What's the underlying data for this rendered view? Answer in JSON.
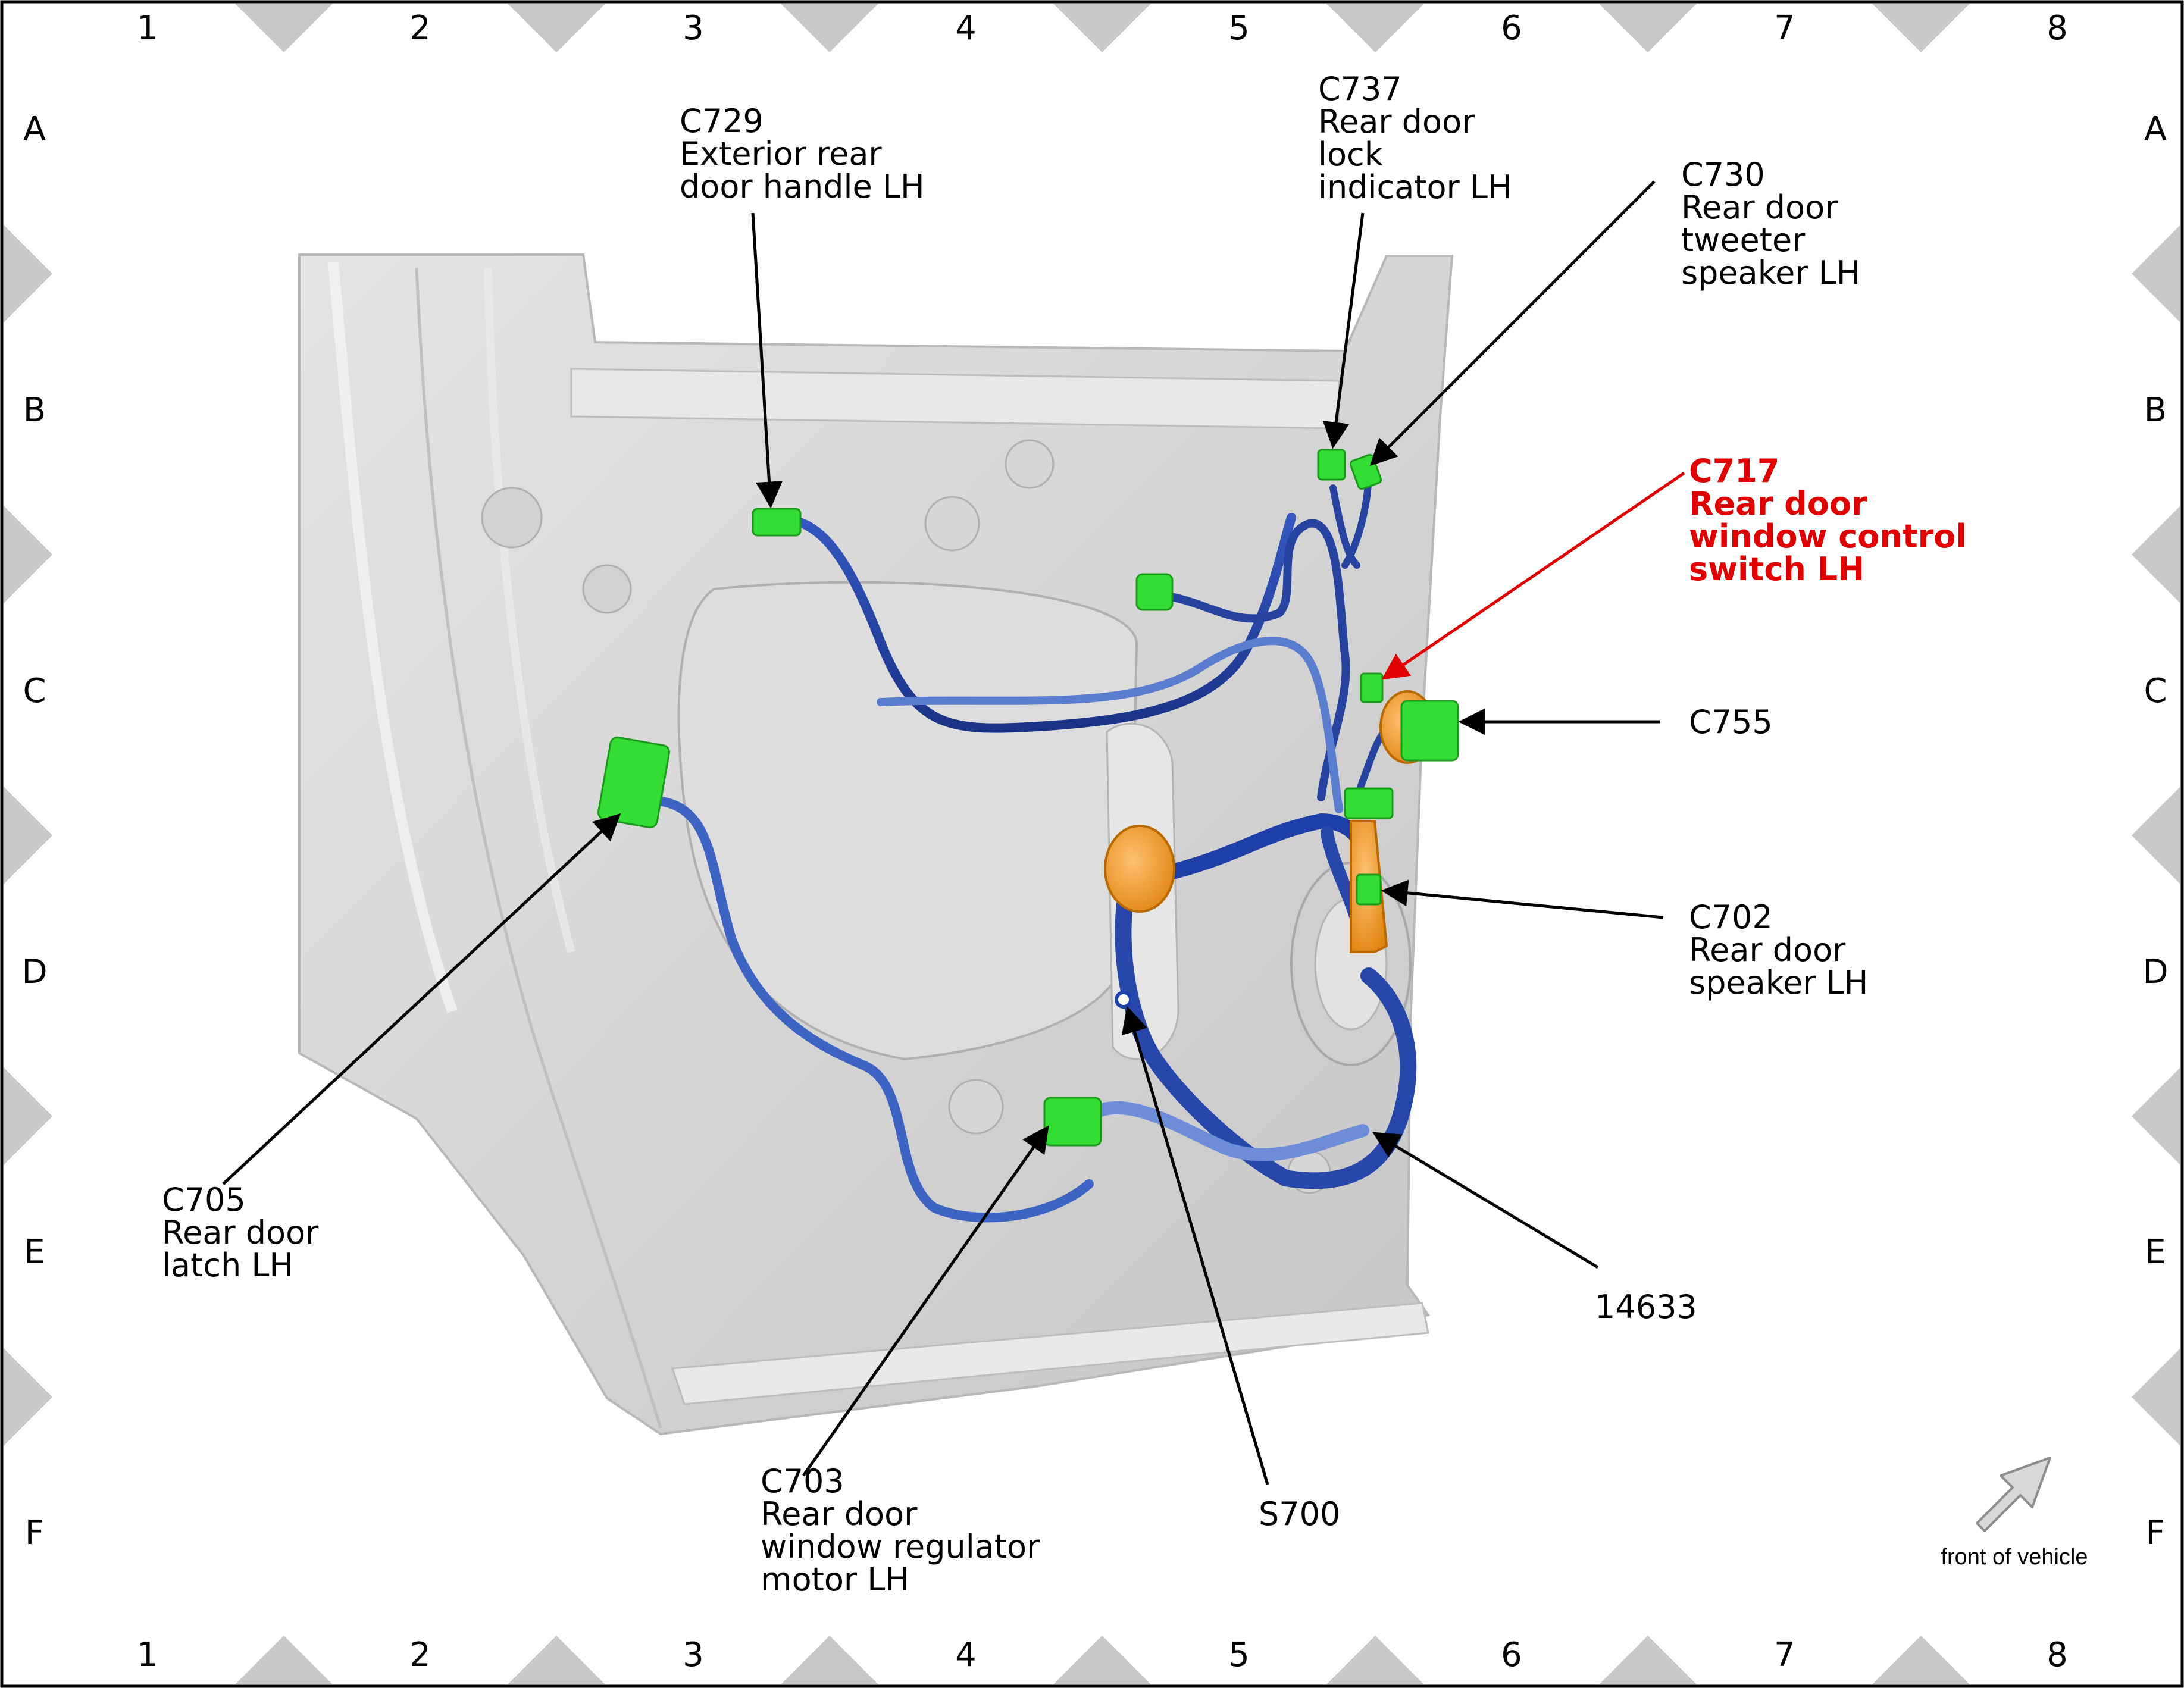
{
  "grid": {
    "columns": [
      "1",
      "2",
      "3",
      "4",
      "5",
      "6",
      "7",
      "8"
    ],
    "rows": [
      "A",
      "B",
      "C",
      "D",
      "E",
      "F"
    ]
  },
  "callouts": {
    "c729": {
      "code": "C729",
      "line1": "Exterior rear",
      "line2": "door handle LH"
    },
    "c737": {
      "code": "C737",
      "line1": "Rear door",
      "line2": "lock",
      "line3": "indicator LH"
    },
    "c730": {
      "code": "C730",
      "line1": "Rear door",
      "line2": "tweeter",
      "line3": "speaker LH"
    },
    "c717": {
      "code": "C717",
      "line1": "Rear door",
      "line2": "window control",
      "line3": "switch LH"
    },
    "c755": {
      "code": "C755"
    },
    "c702": {
      "code": "C702",
      "line1": "Rear door",
      "line2": "speaker LH"
    },
    "c705": {
      "code": "C705",
      "line1": "Rear door",
      "line2": "latch LH"
    },
    "c703": {
      "code": "C703",
      "line1": "Rear door",
      "line2": "window regulator",
      "line3": "motor LH"
    },
    "s700": {
      "code": "S700"
    },
    "harness": {
      "code": "14633"
    }
  },
  "orientation": {
    "label": "front of vehicle",
    "icon": "arrow-icon"
  },
  "colors": {
    "highlight": "#e00000",
    "connector": "#33dd33",
    "harness": "#1f3f9e",
    "component": "#f39a1e",
    "panel": "#dcdcdc",
    "frame_marker": "#c8c8c8"
  }
}
